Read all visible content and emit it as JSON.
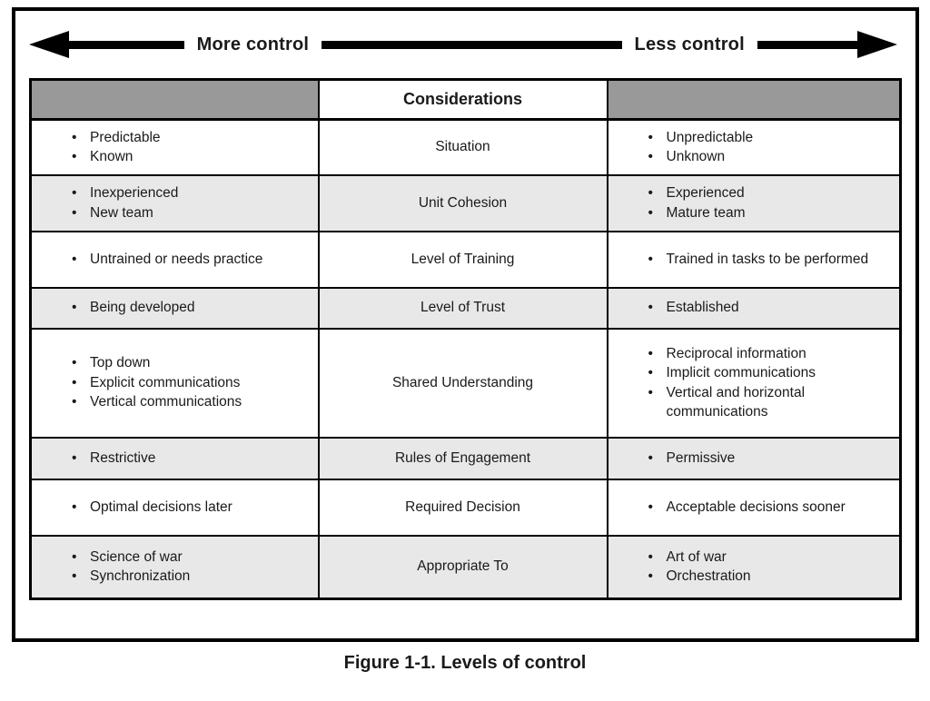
{
  "arrow": {
    "left_label": "More control",
    "right_label": "Less control"
  },
  "table": {
    "considerations_header": "Considerations",
    "rows": [
      {
        "more_control": [
          "Predictable",
          "Known"
        ],
        "consideration": "Situation",
        "less_control": [
          "Unpredictable",
          "Unknown"
        ]
      },
      {
        "more_control": [
          "Inexperienced",
          "New team"
        ],
        "consideration": "Unit Cohesion",
        "less_control": [
          "Experienced",
          "Mature team"
        ]
      },
      {
        "more_control": [
          "Untrained or needs practice"
        ],
        "consideration": "Level of Training",
        "less_control": [
          "Trained in tasks to be performed"
        ]
      },
      {
        "more_control": [
          "Being developed"
        ],
        "consideration": "Level of Trust",
        "less_control": [
          "Established"
        ]
      },
      {
        "more_control": [
          "Top down",
          "Explicit communications",
          "Vertical communications"
        ],
        "consideration": "Shared Understanding",
        "less_control": [
          "Reciprocal information",
          "Implicit communications",
          "Vertical and horizontal communications"
        ]
      },
      {
        "more_control": [
          "Restrictive"
        ],
        "consideration": "Rules of Engagement",
        "less_control": [
          "Permissive"
        ]
      },
      {
        "more_control": [
          "Optimal decisions later"
        ],
        "consideration": "Required Decision",
        "less_control": [
          "Acceptable decisions sooner"
        ]
      },
      {
        "more_control": [
          "Science of war",
          "Synchronization"
        ],
        "consideration": "Appropriate To",
        "less_control": [
          "Art of war",
          "Orchestration"
        ]
      }
    ]
  },
  "caption": "Figure 1-1. Levels of control",
  "colors": {
    "border_black": "#000000",
    "header_gray": "#999999",
    "row_shade": "#e8e8e8"
  }
}
